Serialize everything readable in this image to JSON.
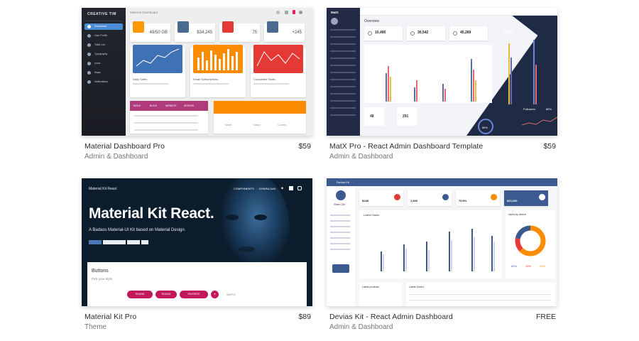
{
  "cards": [
    {
      "title": "Material Dashboard Pro",
      "category": "Admin & Dashboard",
      "price": "$59",
      "preview": {
        "brand": "CREATIVE TIM",
        "page_title": "Material Dashboard",
        "nav": [
          "Dashboard",
          "User Profile",
          "Table List",
          "Typography",
          "Icons",
          "Maps",
          "Notifications"
        ],
        "stats": [
          "49/50 GB",
          "$34,245",
          "75",
          "+245"
        ],
        "chart_labels": [
          "Daily Sales",
          "Email Subscriptions",
          "Completed Tasks"
        ],
        "tab_labels": [
          "TASKS",
          "BUGS",
          "WEBSITE",
          "SERVER"
        ],
        "table_labels": [
          "Name",
          "Salary",
          "Country"
        ]
      }
    },
    {
      "title": "MatX Pro - React Admin Dashboard Template",
      "category": "Admin & Dashboard",
      "price": "$59",
      "preview": {
        "brand": "MatX",
        "heading": "Overview",
        "stats": [
          "10,495",
          "30,542",
          "45,269",
          "20,965"
        ],
        "mini_stats": [
          "48",
          "291"
        ],
        "gauge_label": "86%",
        "panel_title": "Followers",
        "panel_value": "86%"
      }
    },
    {
      "title": "Material Kit Pro",
      "category": "Theme",
      "price": "$89",
      "preview": {
        "brand": "Material Kit React",
        "hero": "Material Kit React.",
        "subtitle": "A Badass Material-UI Kit based on Material Design.",
        "nav": [
          "COMPONENTS",
          "DOWNLOAD"
        ],
        "panel_title": "Buttons",
        "panel_subtitle": "Pick your style",
        "buttons": [
          "ROUND",
          "ROUND",
          "FAVORITE",
          "SIMPLE"
        ]
      }
    },
    {
      "title": "Devias Kit - React Admin Dashboard",
      "category": "Admin & Dashboard",
      "price": "FREE",
      "preview": {
        "brand": "Devias Kit",
        "user": "Shen Zhi",
        "stats": [
          "$24K",
          "1,600",
          "75.5%",
          "$23,200"
        ],
        "chart_title": "Latest Sales",
        "donut_title": "Users by device",
        "donut_values": [
          "63%",
          "15%",
          "23%"
        ],
        "panel_titles": [
          "Latest products",
          "Latest Orders"
        ]
      }
    }
  ]
}
